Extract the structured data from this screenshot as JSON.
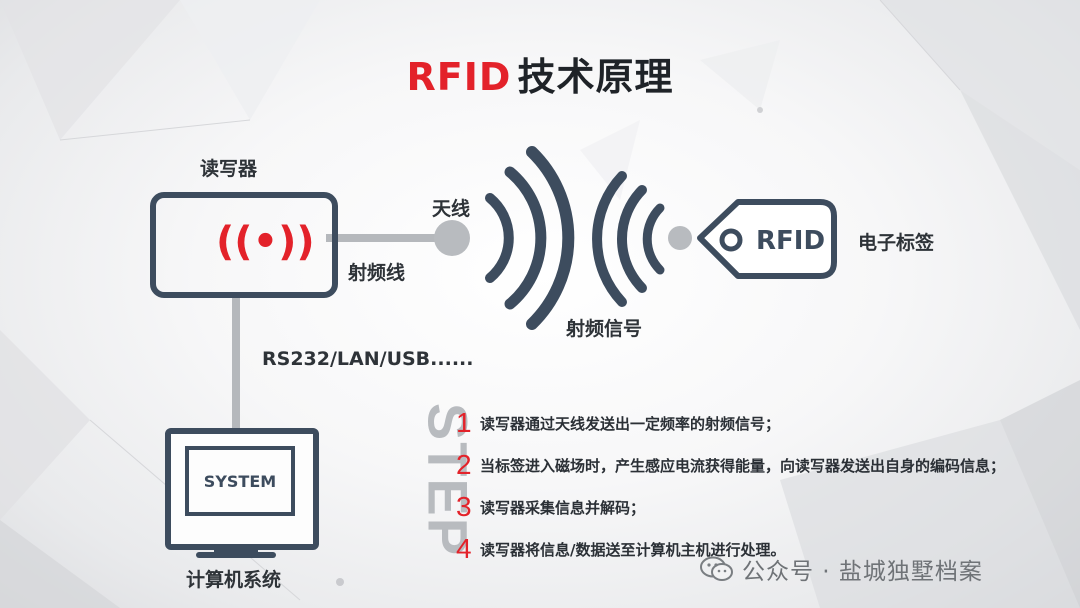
{
  "title": {
    "accent": "RFID",
    "rest": "技术原理"
  },
  "labels": {
    "reader": "读写器",
    "antenna": "天线",
    "rf_cable": "射频线",
    "rf_signal": "射频信号",
    "tag": "电子标签",
    "interfaces": "RS232/LAN/USB......",
    "computer": "计算机系统"
  },
  "reader_icon": "((•))",
  "tag_text": "RFID",
  "screen_text": "SYSTEM",
  "step_word": "STEP",
  "steps": [
    {
      "num": "1",
      "text": "读写器通过天线发送出一定频率的射频信号；"
    },
    {
      "num": "2",
      "text": "当标签进入磁场时，产生感应电流获得能量，向读写器发送出自身的编码信息；"
    },
    {
      "num": "3",
      "text": "读写器采集信息并解码；"
    },
    {
      "num": "4",
      "text": "读写器将信息/数据送至计算机主机进行处理。"
    }
  ],
  "watermark": "公众号 · 盐城独墅档案",
  "colors": {
    "accent": "#e3222a",
    "dark": "#3d4c5e",
    "line": "#b5b8bc"
  }
}
